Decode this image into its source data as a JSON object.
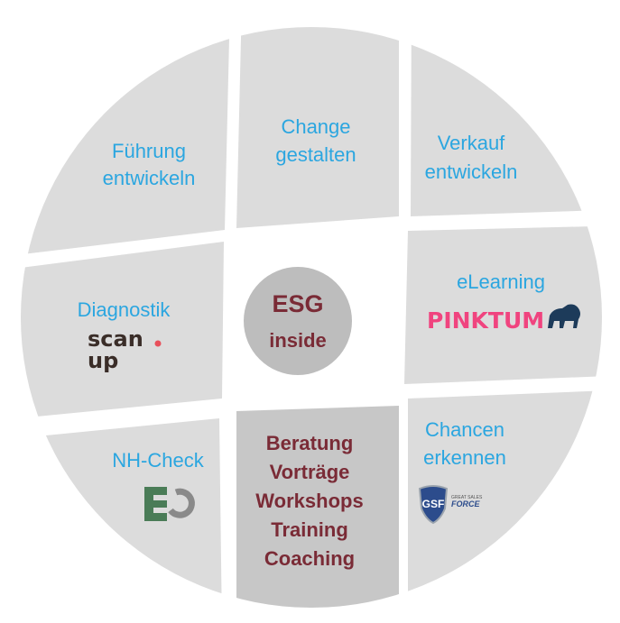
{
  "center": {
    "line1": "ESG",
    "line2": "inside"
  },
  "tiles": {
    "fuehrung": [
      "Führung",
      "entwickeln"
    ],
    "change": [
      "Change",
      "gestalten"
    ],
    "verkauf": [
      "Verkauf",
      "entwickeln"
    ],
    "diagnostik": {
      "label": "Diagnostik",
      "logo": [
        "scan",
        "up"
      ]
    },
    "elearning": {
      "label": "eLearning",
      "logo": "PINKTUM"
    },
    "nhcheck": {
      "label": "NH-Check",
      "logo": "EO"
    },
    "chancen": {
      "label": [
        "Chancen",
        "erkennen"
      ],
      "logo": [
        "GSF",
        "GREAT SALES",
        "FORCE"
      ]
    },
    "services": [
      "Beratung",
      "Vorträge",
      "Workshops",
      "Training",
      "Coaching"
    ]
  },
  "colors": {
    "tile": "#dcdcdc",
    "center_tile": "#c7c7c7",
    "circle": "#bdbdbd",
    "blue": "#2ba6e0",
    "red": "#7a2b36",
    "pink": "#f0447f",
    "navy": "#1d3b5a"
  }
}
